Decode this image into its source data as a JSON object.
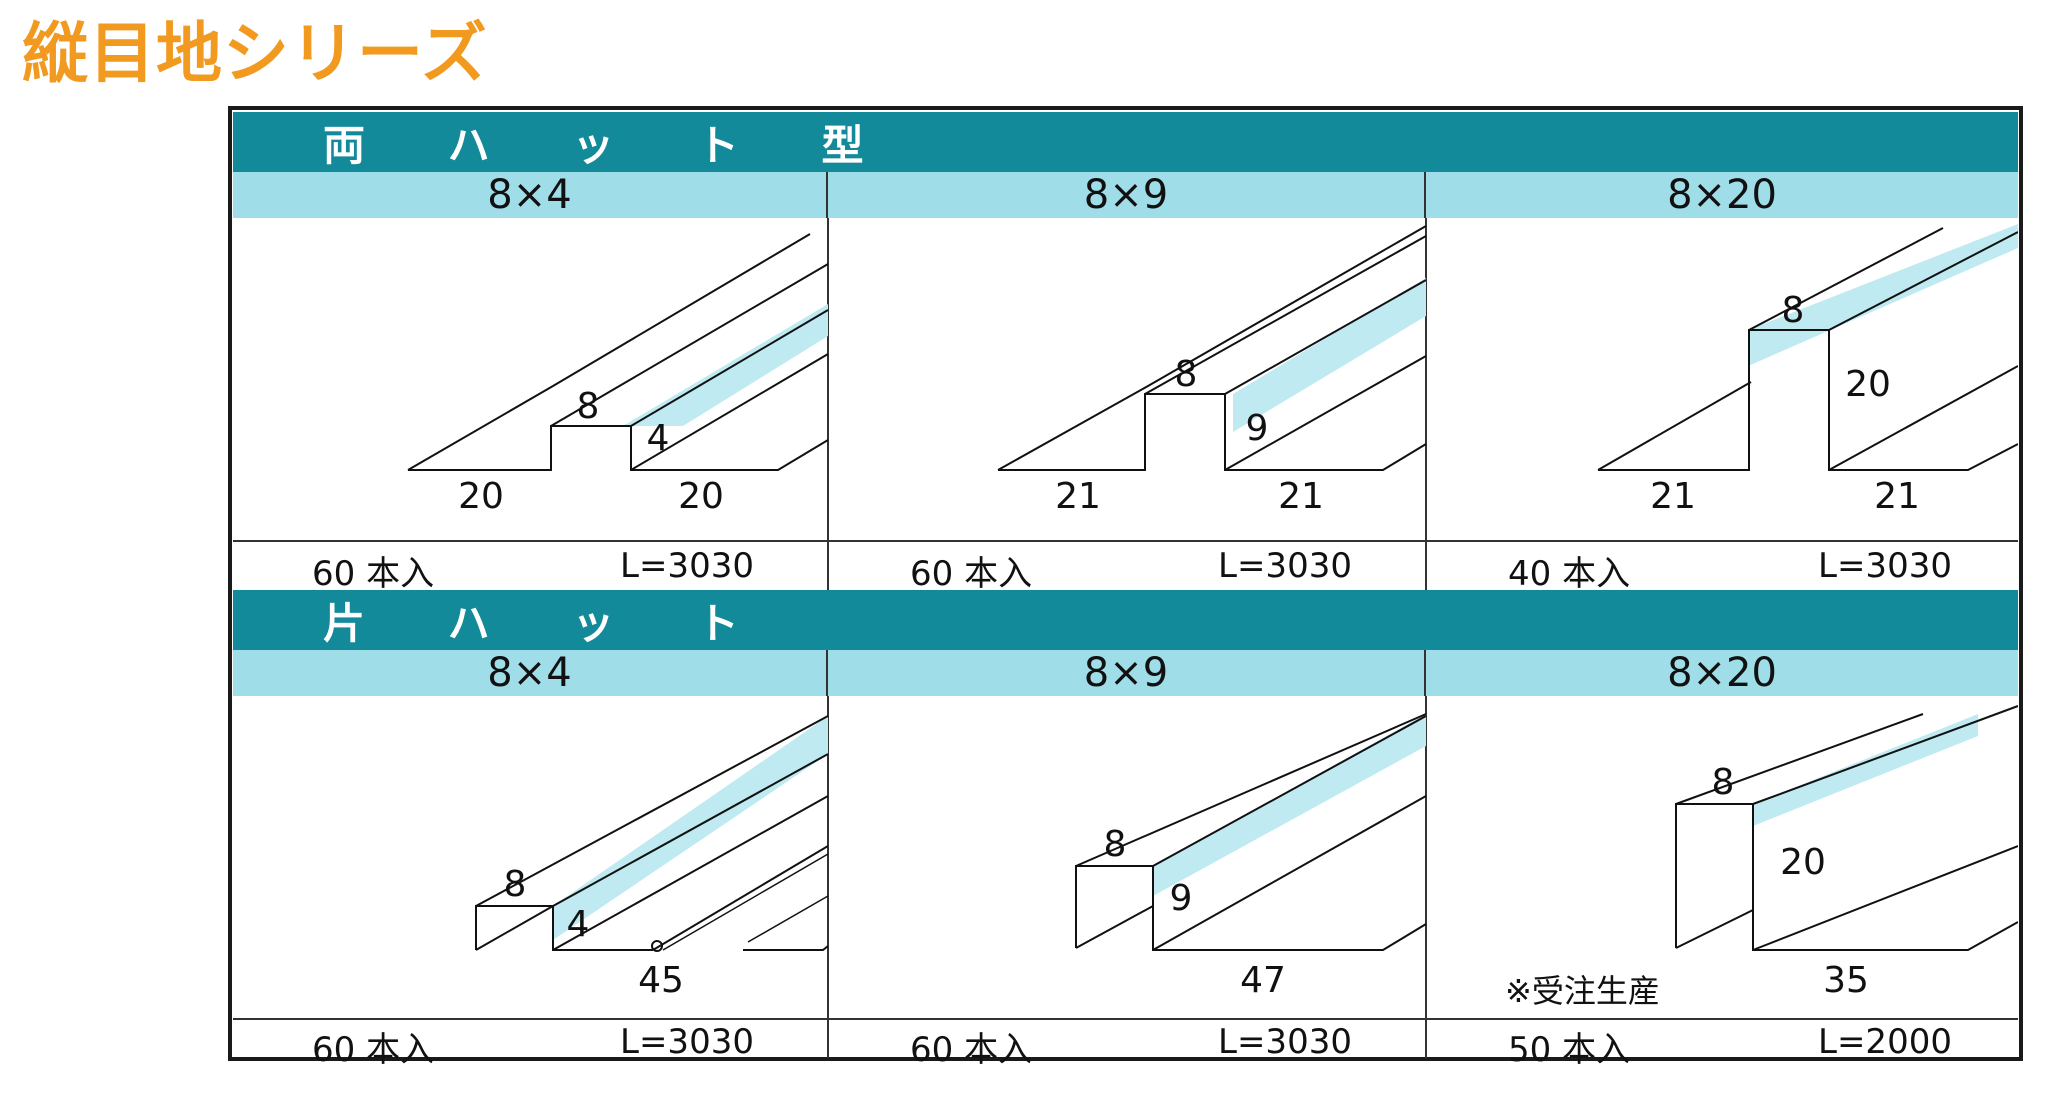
{
  "title": "縦目地シリーズ",
  "sections": [
    {
      "label": "両 ハ ッ ト 型",
      "items": [
        {
          "size": "8×4",
          "dims": [
            "8",
            "4",
            "20",
            "20"
          ],
          "qty": "60 本入",
          "length": "L=3030"
        },
        {
          "size": "8×9",
          "dims": [
            "8",
            "9",
            "21",
            "21"
          ],
          "qty": "60 本入",
          "length": "L=3030"
        },
        {
          "size": "8×20",
          "dims": [
            "8",
            "20",
            "21",
            "21"
          ],
          "qty": "40 本入",
          "length": "L=3030"
        }
      ]
    },
    {
      "label": "片 ハ ッ ト",
      "items": [
        {
          "size": "8×4",
          "dims": [
            "8",
            "4",
            "45"
          ],
          "qty": "60 本入",
          "length": "L=3030"
        },
        {
          "size": "8×9",
          "dims": [
            "8",
            "9",
            "47"
          ],
          "qty": "60 本入",
          "length": "L=3030"
        },
        {
          "size": "8×20",
          "dims": [
            "8",
            "20",
            "35"
          ],
          "note": "※受注生産",
          "qty": "50 本入",
          "length": "L=2000"
        }
      ]
    }
  ],
  "colors": {
    "title": "#f29a1f",
    "band": "#138a9a",
    "header": "#9fdde8",
    "highlight": "#bfeaf2"
  }
}
